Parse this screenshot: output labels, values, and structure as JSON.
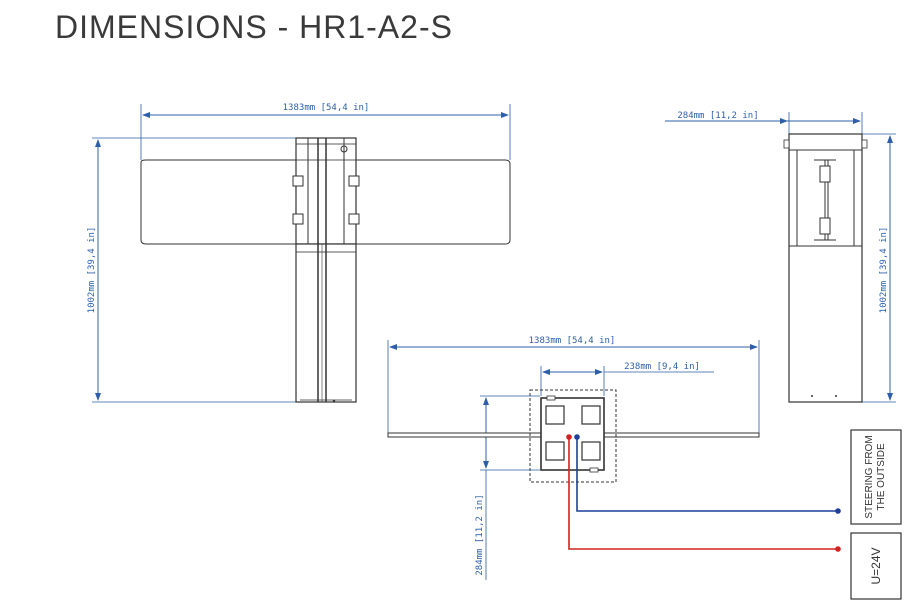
{
  "title": "DIMENSIONS - HR1-A2-S",
  "front_view": {
    "width_label": "1383mm [54,4 in]",
    "height_label": "1002mm [39,4 in]"
  },
  "side_view": {
    "depth_label": "284mm [11,2 in]",
    "height_label": "1002mm [39,4 in]"
  },
  "top_view": {
    "width_label": "1383mm [54,4 in]",
    "post_label": "238mm [9,4 in]",
    "depth_label": "284mm [11,2 in]"
  },
  "connections": {
    "steering_label_line1": "STEERING FROM",
    "steering_label_line2": "THE OUTSIDE",
    "power_label": "U=24V"
  },
  "colors": {
    "dimension": "#2d5fa8",
    "outline": "#333333",
    "steering_wire": "#1f3f99",
    "power_wire": "#d42020"
  }
}
